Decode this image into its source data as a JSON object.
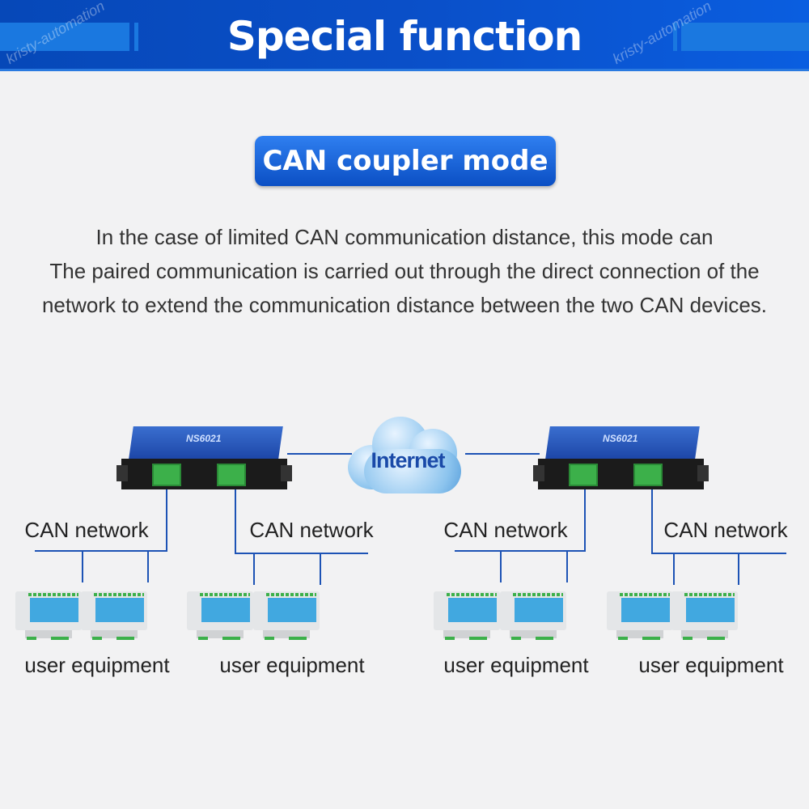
{
  "header": {
    "title": "Special function",
    "watermark": "kristy-automation"
  },
  "mode_badge": "CAN coupler mode",
  "description": [
    "In the case of limited CAN communication distance, this mode can",
    "The paired communication is carried out through the direct connection of the",
    "network to extend the communication distance between the two CAN devices."
  ],
  "diagram": {
    "gateway_model": "NS6021",
    "cloud_label": "Internet",
    "network_label": "CAN network",
    "equipment_label": "user equipment",
    "colors": {
      "line": "#1d53b5",
      "header": "#0a4fc8"
    }
  }
}
